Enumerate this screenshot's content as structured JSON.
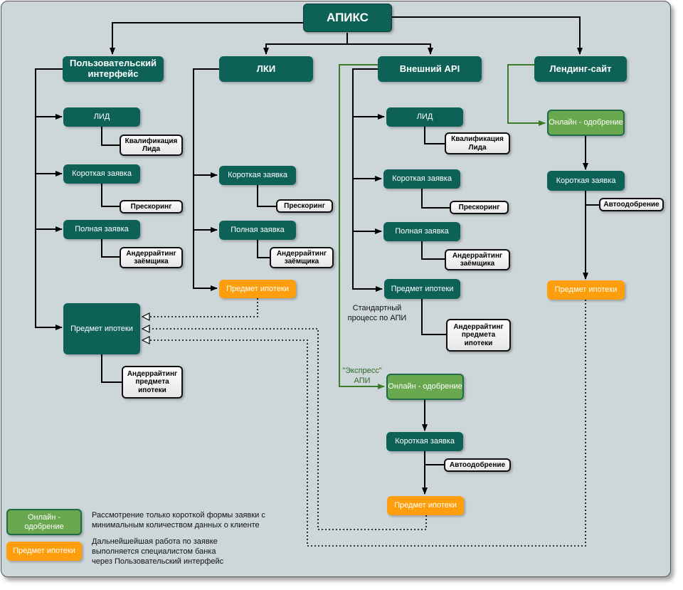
{
  "title": "АПИКС",
  "columns": {
    "ui": {
      "header": "Пользовательский интерфейс",
      "lead": "ЛИД",
      "lead_qual": "Квалификация Лида",
      "short_app": "Короткая заявка",
      "prescoring": "Прескоринг",
      "full_app": "Полная заявка",
      "underwriting_borrower": "Андеррайтинг заёмщика",
      "mortgage_subject": "Предмет ипотеки",
      "underwriting_subject": "Андеррайтинг предмета ипотеки"
    },
    "lki": {
      "header": "ЛКИ",
      "short_app": "Короткая заявка",
      "prescoring": "Прескоринг",
      "full_app": "Полная заявка",
      "underwriting_borrower": "Андеррайтинг заёмщика",
      "mortgage_subject": "Предмет ипотеки"
    },
    "api": {
      "header": "Внешний API",
      "lead": "ЛИД",
      "lead_qual": "Квалификация Лида",
      "short_app": "Короткая заявка",
      "prescoring": "Прескоринг",
      "full_app": "Полная заявка",
      "underwriting_borrower": "Андеррайтинг заёмщика",
      "mortgage_subject": "Предмет ипотеки",
      "underwriting_subject": "Андеррайтинг предмета ипотеки",
      "standard_note": "Стандартный процесс по АПИ",
      "express_note": "\"Экспресс\" АПИ",
      "online_approval": "Онлайн - одобрение",
      "express_short_app": "Короткая заявка",
      "auto_approval": "Автоодобрение",
      "express_mortgage_subject": "Предмет ипотеки"
    },
    "landing": {
      "header": "Лендинг-сайт",
      "online_approval": "Онлайн - одобрение",
      "short_app": "Короткая заявка",
      "auto_approval": "Автоодобрение",
      "mortgage_subject": "Предмет ипотеки"
    }
  },
  "legend": [
    {
      "label": "Онлайн - одобрение",
      "text": "Рассмотрение только короткой формы заявки с минимальным количеством данных о клиенте",
      "color": "#6aa84f"
    },
    {
      "label": "Предмет ипотеки",
      "text": "Дальнейшейшая работа по заявке выполняется специалистом банка через Пользовательский интерфейс",
      "color": "#ff9e0d"
    }
  ],
  "colors": {
    "teal": "#0e6157",
    "green": "#6aa84f",
    "orange": "#ff9e0d",
    "background": "#cdd6d9"
  }
}
